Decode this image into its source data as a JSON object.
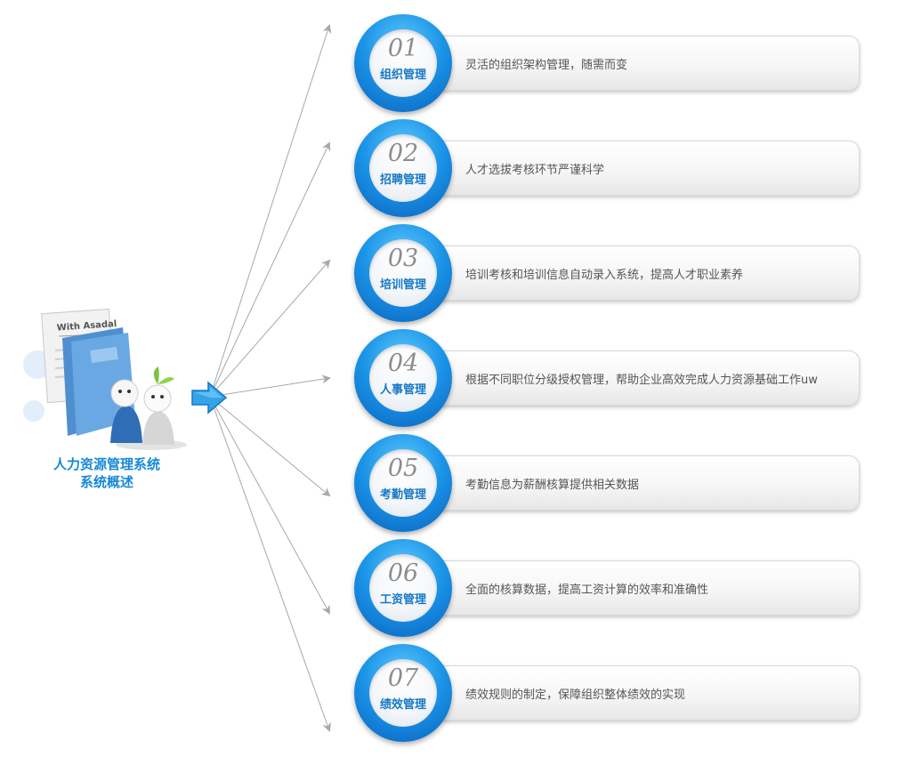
{
  "hub": {
    "title_line1": "人力资源管理系统",
    "title_line2": "系统概述",
    "folder_text": "With Asadal"
  },
  "colors": {
    "accent_blue": "#1a93e6",
    "label_blue": "#1579c6",
    "hub_text_blue": "#1689d6",
    "connector_gray": "#a8a8a8",
    "arrow_blue": "#33a4e8"
  },
  "modules": [
    {
      "number": "01",
      "title": "组织管理",
      "description": "灵活的组织架构管理，随需而变"
    },
    {
      "number": "02",
      "title": "招聘管理",
      "description": "人才选拔考核环节严谨科学"
    },
    {
      "number": "03",
      "title": "培训管理",
      "description": "培训考核和培训信息自动录入系统，提高人才职业素养"
    },
    {
      "number": "04",
      "title": "人事管理",
      "description": "根据不同职位分级授权管理，帮助企业高效完成人力资源基础工作uw"
    },
    {
      "number": "05",
      "title": "考勤管理",
      "description": "考勤信息为薪酬核算提供相关数据"
    },
    {
      "number": "06",
      "title": "工资管理",
      "description": "全面的核算数据，提高工资计算的效率和准确性"
    },
    {
      "number": "07",
      "title": "绩效管理",
      "description": "绩效规则的制定，保障组织整体绩效的实现"
    }
  ]
}
